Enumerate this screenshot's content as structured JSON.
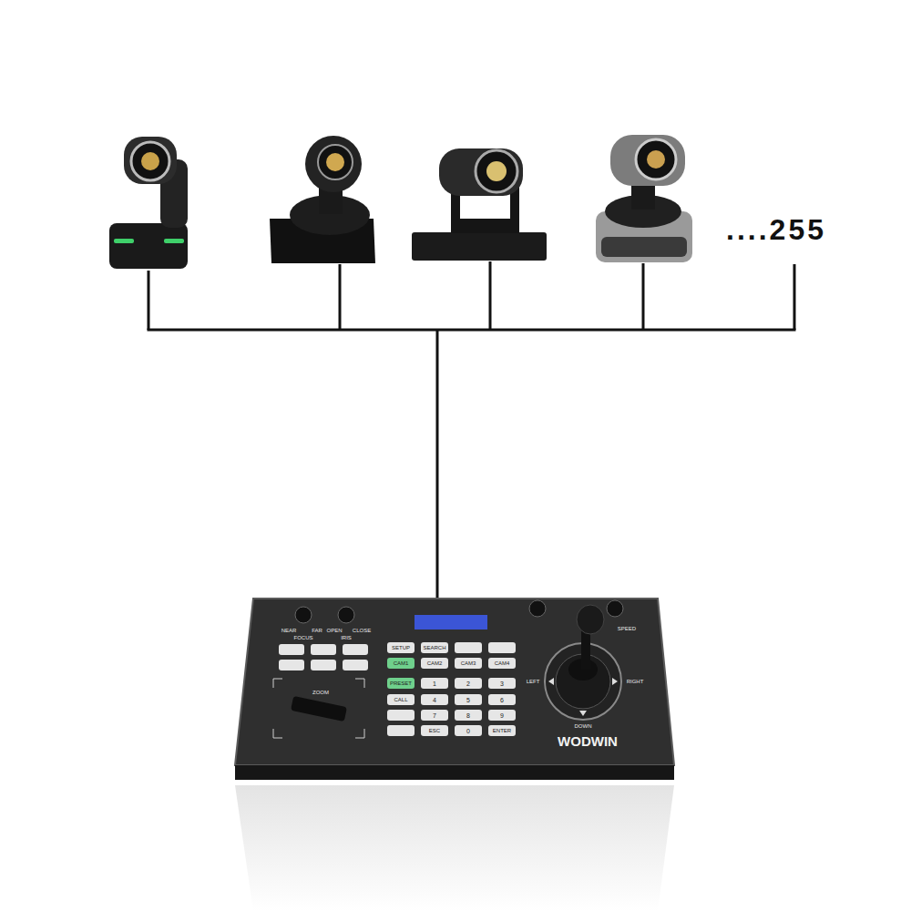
{
  "diagram": {
    "labels": [
      "....255",
      "NEAR",
      "FAR",
      "FOCUS",
      "OPEN",
      "IRIS",
      "CLOSE",
      "SETUP",
      "SEARCH",
      "CAM1",
      "CAM2",
      "CAM3",
      "CAM4",
      "PRESET",
      "1",
      "2",
      "3",
      "CALL",
      "4",
      "5",
      "6",
      "7",
      "8",
      "9",
      "ESC",
      "0",
      "ENTER",
      "ZOOM",
      "SPEED",
      "LEFT",
      "RIGHT",
      "DOWN",
      "WODWIN"
    ]
  }
}
